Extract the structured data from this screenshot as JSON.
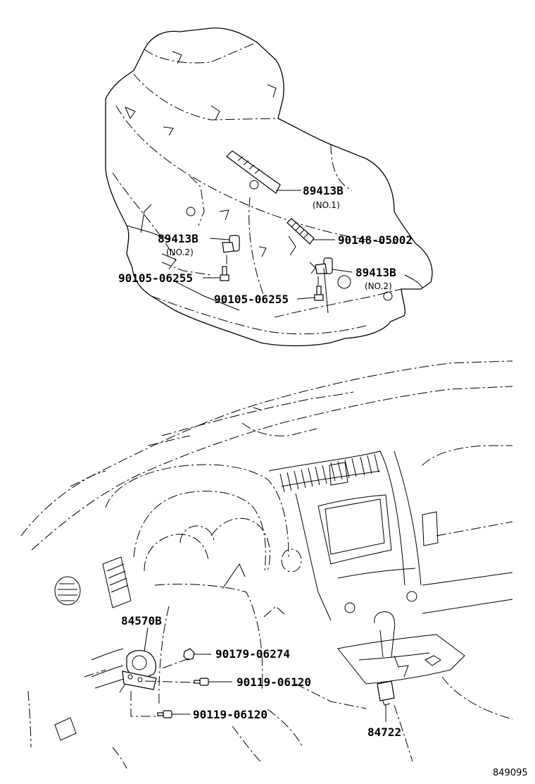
{
  "diagram_ref": "849095",
  "transmission_labels": {
    "sensor_no1_part": "89413B",
    "sensor_no1_sub": "(NO.1)",
    "oring_part": "90148-05002",
    "sensor_no2_left_part": "89413B",
    "sensor_no2_left_sub": "(NO.2)",
    "sensor_no2_right_part": "89413B",
    "sensor_no2_right_sub": "(NO.2)",
    "bolt_left_part": "90105-06255",
    "bolt_right_part": "90105-06255"
  },
  "dashboard_labels": {
    "switch_part": "84570B",
    "nut_part": "90179-06274",
    "screw_upper_part": "90119-06120",
    "screw_lower_part": "90119-06120",
    "shift_switch_part": "84722"
  }
}
